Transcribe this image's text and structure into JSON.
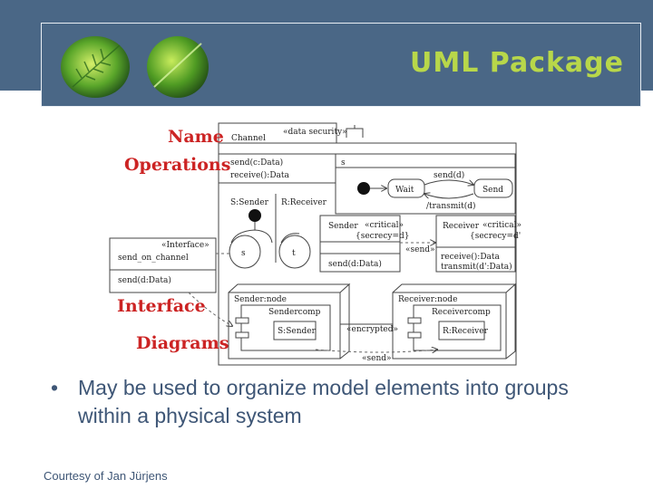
{
  "slide": {
    "title": "UML Package",
    "bullet": "May be used to organize model elements into groups within a physical system",
    "bullet_marker": "•",
    "credit": "Courtesy of Jan Jürjens"
  },
  "colors": {
    "header": "#4a6786",
    "title": "#b8d74a",
    "label_red": "#cc2424",
    "body_text": "#3e5676"
  },
  "diagram": {
    "labels": {
      "name": "Name",
      "operations": "Operations",
      "interface": "Interface",
      "diagrams": "Diagrams"
    },
    "channel": {
      "name": "Channel",
      "stereotype": "«data security»",
      "ops": [
        "send(c:Data)",
        "receive():Data"
      ],
      "sender": "S:Sender",
      "receiver": "R:Receiver"
    },
    "interface_box": {
      "stereotype": "«Interface»",
      "name": "send_on_channel",
      "op": "send(d:Data)"
    },
    "statechart": {
      "region": "s",
      "event": "send(d)",
      "state_wait": "Wait",
      "state_send": "Send",
      "action": "/transmit(d)"
    },
    "sender_class": {
      "name": "Sender",
      "stereotype": "«critical»",
      "tag": "{secrecy=d}",
      "op": "send(d:Data)"
    },
    "receiver_class": {
      "name": "Receiver",
      "stereotype": "«critical»",
      "tag": "{secrecy=d'}",
      "ops": [
        "receive():Data",
        "transmit(d':Data)"
      ]
    },
    "send_dependency": "«send»",
    "states": {
      "s": "s",
      "t": "t"
    },
    "deployment": {
      "sender_node": "Sender:node",
      "receiver_node": "Receiver:node",
      "sender_comp": "Sendercomp",
      "receiver_comp": "Receivercomp",
      "sender_obj": "S:Sender",
      "receiver_obj": "R:Receiver",
      "link": "«encrypted»",
      "send": "«send»"
    }
  }
}
